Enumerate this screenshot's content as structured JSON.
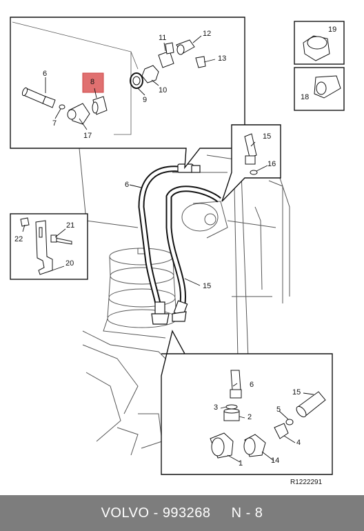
{
  "callouts": {
    "c1": "1",
    "c2": "2",
    "c3": "3",
    "c4": "4",
    "c5": "5",
    "c6a": "6",
    "c6b": "6",
    "c6c": "6",
    "c7": "7",
    "c8": "8",
    "c9": "9",
    "c10": "10",
    "c11": "11",
    "c12": "12",
    "c13": "13",
    "c14": "14",
    "c15a": "15",
    "c15b": "15",
    "c15c": "15",
    "c16": "16",
    "c17": "17",
    "c18": "18",
    "c19": "19",
    "c20": "20",
    "c21": "21",
    "c22": "22"
  },
  "figure_code": "R1222291",
  "highlight_color": "#e07070",
  "footer": {
    "brand": "VOLVO",
    "sep": " - ",
    "part_number": "993268",
    "position": "N - 8"
  }
}
